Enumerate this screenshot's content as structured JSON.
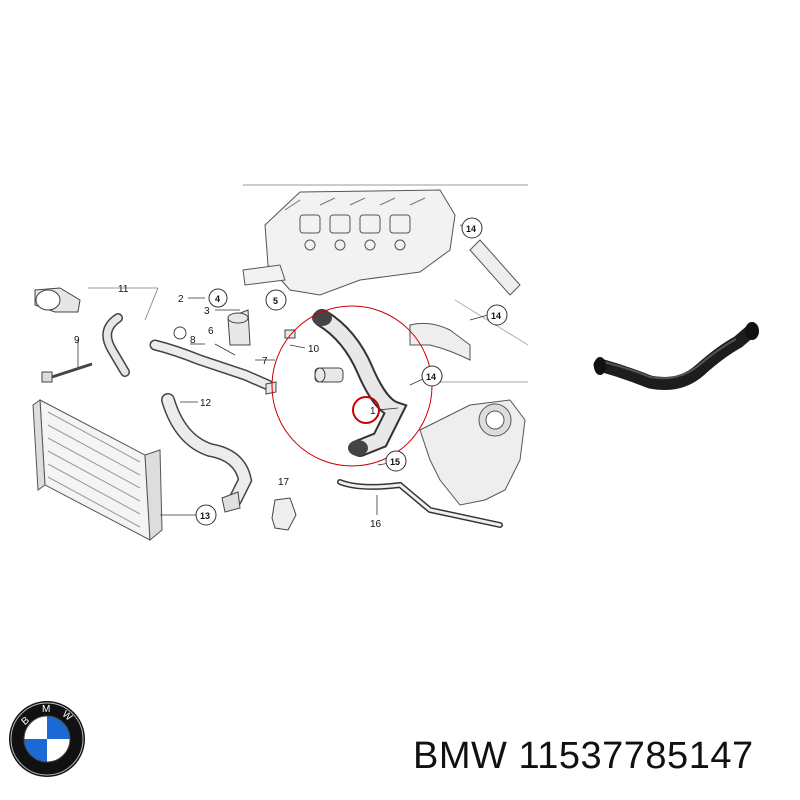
{
  "diagram": {
    "part_labels": [
      "1",
      "2",
      "3",
      "4",
      "5",
      "6",
      "7",
      "8",
      "9",
      "10",
      "11",
      "12",
      "13",
      "14",
      "14",
      "14",
      "15",
      "16",
      "17"
    ]
  },
  "caption": {
    "brand": "BMW",
    "part_number": "11537785147"
  },
  "logo": {
    "letters": "BMW",
    "colors": {
      "blue": "#1c69d4",
      "ring": "#111111",
      "white": "#ffffff"
    }
  },
  "highlight_color": "#cc0000"
}
